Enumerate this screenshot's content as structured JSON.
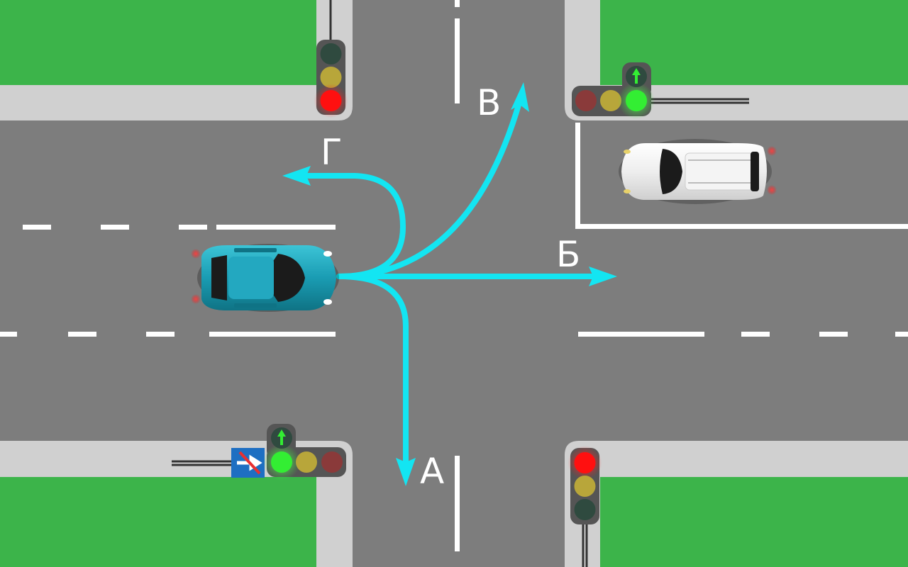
{
  "routes": {
    "a": "А",
    "b": "Б",
    "v": "В",
    "g": "Г"
  },
  "colors": {
    "asphalt": "#7d7d7d",
    "grass": "#3cb44a",
    "sidewalk": "#d0d0d0",
    "marking": "#ffffff",
    "arrow": "#13e5f2",
    "car_main": "#1a9cb3",
    "car_other": "#f2f2f2",
    "signal_red": "#ff1010",
    "signal_yellow": "#b8a63a",
    "signal_green": "#33ee33",
    "signal_off": "#2f4a3f",
    "sign_blue": "#1e6fc2"
  },
  "signals": {
    "top_left": "red",
    "top_right": "green",
    "bottom_left": "green",
    "bottom_right": "red"
  },
  "icons": {
    "sign": "no-right-turn-arrow-sign",
    "main_car": "teal-car-icon",
    "other_car": "white-suv-icon"
  }
}
